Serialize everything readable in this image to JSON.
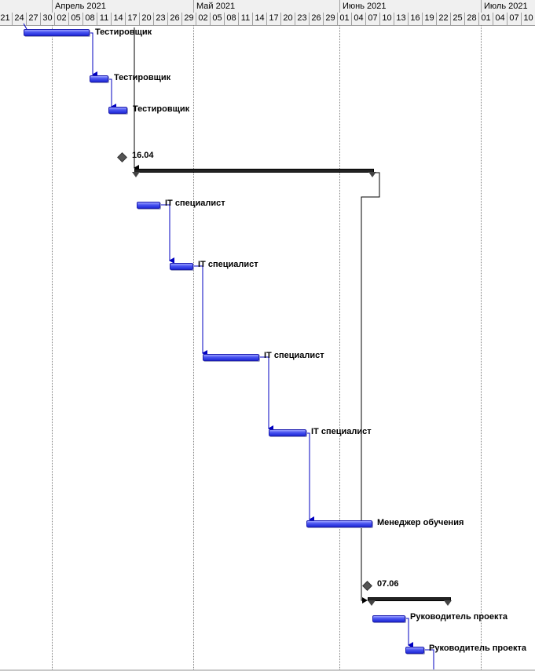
{
  "timescale": {
    "months": [
      "",
      "Апрель 2021",
      "Май 2021",
      "Июнь 2021",
      "Июль 2021"
    ],
    "days": [
      "21",
      "24",
      "27",
      "30",
      "02",
      "05",
      "08",
      "11",
      "14",
      "17",
      "20",
      "23",
      "26",
      "29",
      "02",
      "05",
      "08",
      "11",
      "14",
      "17",
      "20",
      "23",
      "26",
      "29",
      "01",
      "04",
      "07",
      "10",
      "13",
      "16",
      "19",
      "22",
      "25",
      "28",
      "01",
      "04",
      "07",
      "10"
    ]
  },
  "tasks": [
    {
      "resource": "Тестировщик"
    },
    {
      "resource": "Тестировщик"
    },
    {
      "resource": "Тестировщик"
    },
    {
      "resource": "IT специалист"
    },
    {
      "resource": "IT специалист"
    },
    {
      "resource": "IT специалист"
    },
    {
      "resource": "IT специалист"
    },
    {
      "resource": "Менеджер обучения"
    },
    {
      "resource": "Руководитель проекта"
    },
    {
      "resource": "Руководитель проекта"
    }
  ],
  "milestones": [
    {
      "date_label": "16.04"
    },
    {
      "date_label": "07.06"
    }
  ],
  "colors": {
    "task_bar": "#2d36e0",
    "link": "#0000c0",
    "summary": "#222222",
    "header_bg": "#f0f0f0"
  }
}
